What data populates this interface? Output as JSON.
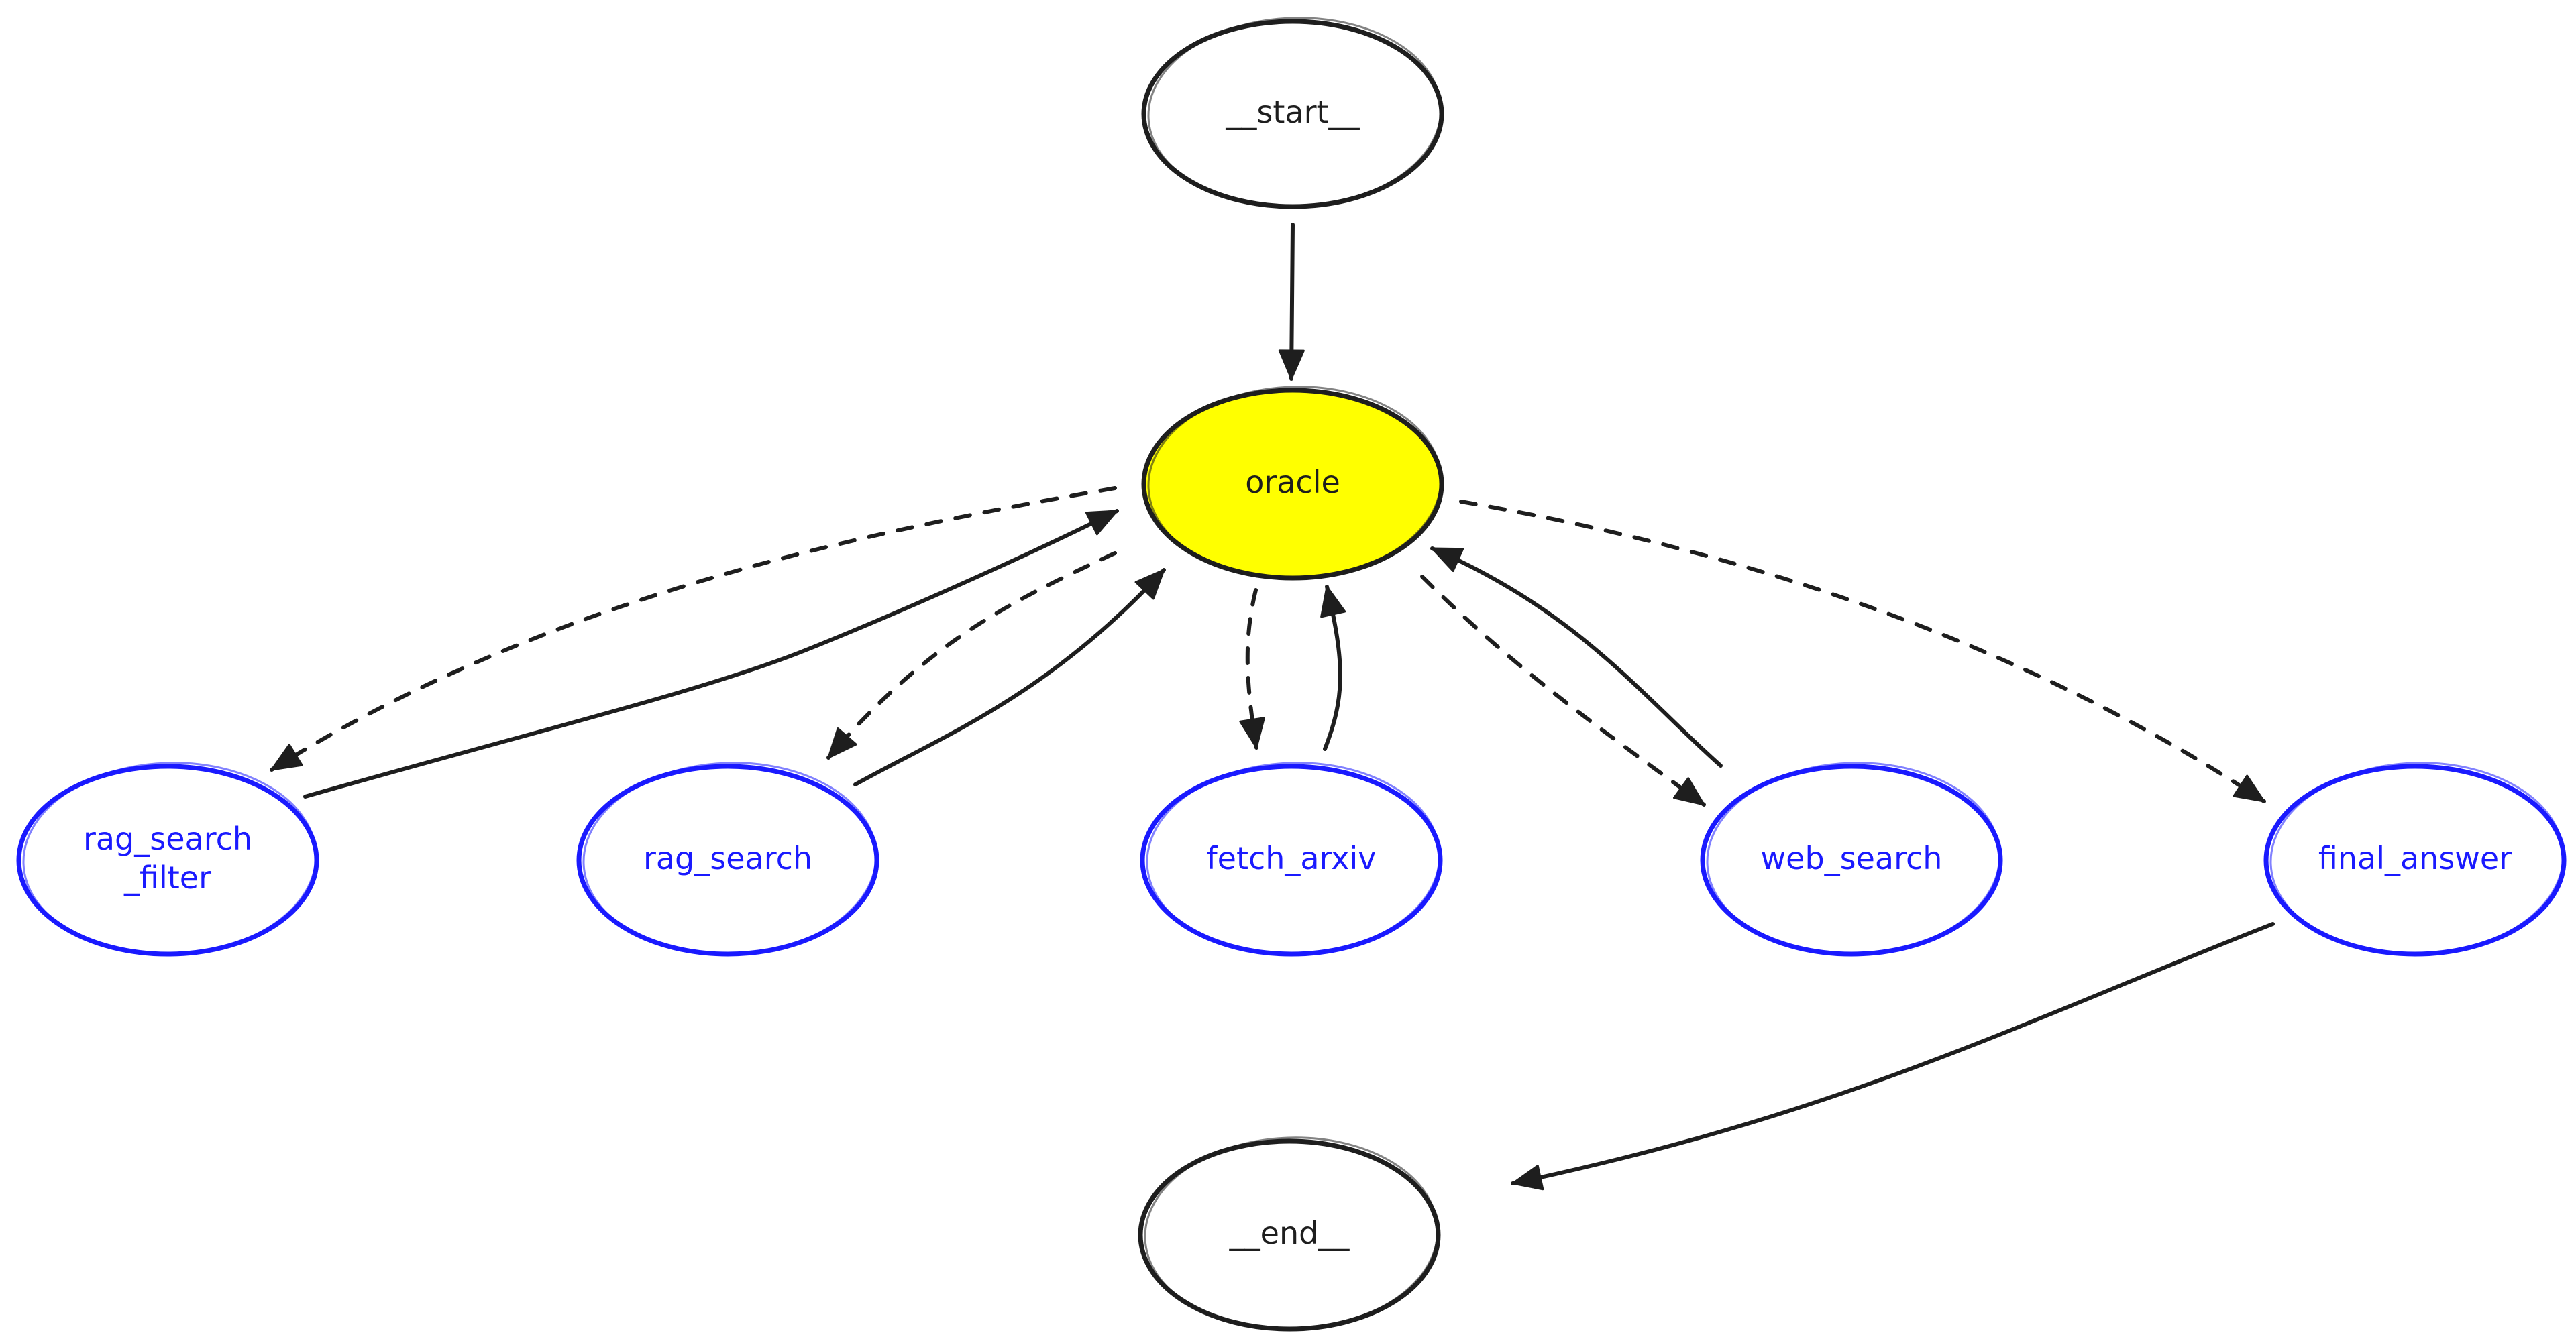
{
  "diagram": {
    "type": "state-graph",
    "style": "hand-drawn",
    "colors": {
      "default_stroke": "#1e1e1e",
      "tool_stroke": "#1a1aff",
      "highlight_fill": "#ffff00",
      "background": "#ffffff"
    },
    "nodes": [
      {
        "id": "start",
        "label": "__start__",
        "kind": "terminal"
      },
      {
        "id": "oracle",
        "label": "oracle",
        "kind": "highlight"
      },
      {
        "id": "rag_search_filter",
        "label": "rag_search_filter",
        "label_lines": [
          "rag_search",
          "_filter"
        ],
        "kind": "tool"
      },
      {
        "id": "rag_search",
        "label": "rag_search",
        "kind": "tool"
      },
      {
        "id": "fetch_arxiv",
        "label": "fetch_arxiv",
        "kind": "tool"
      },
      {
        "id": "web_search",
        "label": "web_search",
        "kind": "tool"
      },
      {
        "id": "final_answer",
        "label": "final_answer",
        "kind": "tool"
      },
      {
        "id": "end",
        "label": "__end__",
        "kind": "terminal"
      }
    ],
    "edges": [
      {
        "from": "start",
        "to": "oracle",
        "style": "solid"
      },
      {
        "from": "oracle",
        "to": "rag_search_filter",
        "style": "dashed"
      },
      {
        "from": "rag_search_filter",
        "to": "oracle",
        "style": "solid"
      },
      {
        "from": "oracle",
        "to": "rag_search",
        "style": "dashed"
      },
      {
        "from": "rag_search",
        "to": "oracle",
        "style": "solid"
      },
      {
        "from": "oracle",
        "to": "fetch_arxiv",
        "style": "dashed"
      },
      {
        "from": "fetch_arxiv",
        "to": "oracle",
        "style": "solid"
      },
      {
        "from": "oracle",
        "to": "web_search",
        "style": "dashed"
      },
      {
        "from": "web_search",
        "to": "oracle",
        "style": "solid"
      },
      {
        "from": "oracle",
        "to": "final_answer",
        "style": "dashed"
      },
      {
        "from": "final_answer",
        "to": "end",
        "style": "solid"
      }
    ]
  }
}
